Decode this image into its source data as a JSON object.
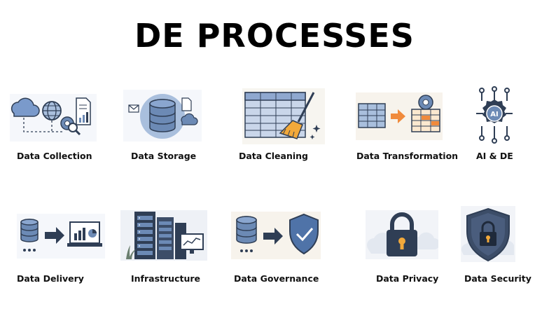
{
  "title": "DE PROCESSES",
  "colors": {
    "navy": "#2f3e55",
    "steel": "#6c8ab5",
    "light_blue": "#a9bfdd",
    "orange": "#f08a3c",
    "card_bg": "#f7f3ec"
  },
  "processes": [
    {
      "label": "Data Collection",
      "icon": "cloud-globe-gear-report-icon"
    },
    {
      "label": "Data Storage",
      "icon": "database-cloud-icon"
    },
    {
      "label": "Data Cleaning",
      "icon": "table-broom-icon"
    },
    {
      "label": "Data Transformation",
      "icon": "table-arrow-gear-icon"
    },
    {
      "label": "AI & DE",
      "icon": "ai-chip-icon"
    },
    {
      "label": "Data Delivery",
      "icon": "database-arrow-laptop-icon"
    },
    {
      "label": "Infrastructure",
      "icon": "server-rack-icon"
    },
    {
      "label": "Data Governance",
      "icon": "database-arrow-shield-icon"
    },
    {
      "label": "Data Privacy",
      "icon": "padlock-icon"
    },
    {
      "label": "Data Security",
      "icon": "shield-lock-icon"
    }
  ]
}
